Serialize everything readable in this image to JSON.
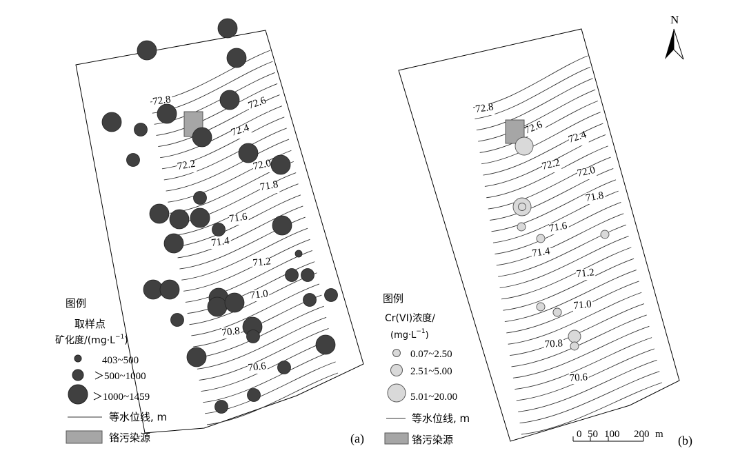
{
  "north_label": "N",
  "scale_bar": {
    "ticks": [
      "0",
      "50",
      "100",
      "200"
    ],
    "unit": "m"
  },
  "panels": [
    {
      "id": "a",
      "label": "(a)",
      "contour_labels": [
        "72.8",
        "72.6",
        "72.4",
        "72.2",
        "72.0",
        "71.8",
        "71.6",
        "71.4",
        "71.2",
        "71.0",
        "70.8",
        "70.6"
      ],
      "legend": {
        "title": "图例",
        "subtitle_1": "取样点",
        "subtitle_2": "矿化度/(mg·L",
        "subtitle_2_sup": "−1",
        "subtitle_2_end": ")",
        "classes": [
          "403~500",
          "＞500~1000",
          "＞1000~1459"
        ],
        "line_label": "等水位线, m",
        "source_label": "铬污染源"
      },
      "samples": [
        {
          "value_class": 3
        },
        {
          "value_class": 3
        },
        {
          "value_class": 3
        },
        {
          "value_class": 3
        },
        {
          "value_class": 3
        },
        {
          "value_class": 3
        },
        {
          "value_class": 2
        },
        {
          "value_class": 3
        },
        {
          "value_class": 2
        },
        {
          "value_class": 3
        },
        {
          "value_class": 3
        },
        {
          "value_class": 2
        },
        {
          "value_class": 3
        },
        {
          "value_class": 3
        },
        {
          "value_class": 3
        },
        {
          "value_class": 3
        },
        {
          "value_class": 2
        },
        {
          "value_class": 3
        },
        {
          "value_class": 1
        },
        {
          "value_class": 2
        },
        {
          "value_class": 2
        },
        {
          "value_class": 3
        },
        {
          "value_class": 3
        },
        {
          "value_class": 3
        },
        {
          "value_class": 3
        },
        {
          "value_class": 3
        },
        {
          "value_class": 2
        },
        {
          "value_class": 2
        },
        {
          "value_class": 2
        },
        {
          "value_class": 3
        },
        {
          "value_class": 2
        },
        {
          "value_class": 3
        },
        {
          "value_class": 2
        },
        {
          "value_class": 3
        },
        {
          "value_class": 2
        },
        {
          "value_class": 2
        }
      ]
    },
    {
      "id": "b",
      "label": "(b)",
      "contour_labels": [
        "72.8",
        "72.6",
        "72.4",
        "72.2",
        "72.0",
        "71.8",
        "71.6",
        "71.4",
        "71.2",
        "71.0",
        "70.8",
        "70.6"
      ],
      "legend": {
        "title": "图例",
        "subtitle_1": "Cr(VI)浓度/",
        "subtitle_2": "(mg·L",
        "subtitle_2_sup": "−1",
        "subtitle_2_end": ")",
        "classes": [
          "0.07~2.50",
          "2.51~5.00",
          "5.01~20.00"
        ],
        "line_label": "等水位线, m",
        "source_label": "铬污染源"
      },
      "samples": [
        {
          "value_class": 3
        },
        {
          "value_class": 3
        },
        {
          "value_class": 1
        },
        {
          "value_class": 1
        },
        {
          "value_class": 1
        },
        {
          "value_class": 1
        },
        {
          "value_class": 1
        },
        {
          "value_class": 2
        },
        {
          "value_class": 1
        },
        {
          "value_class": 1
        },
        {
          "value_class": 1
        }
      ]
    }
  ],
  "colors": {
    "boundary": "#000000",
    "contour": "#333333",
    "mineral_fill": "#404040",
    "cr_fill": "#d9d9d9",
    "cr_stroke": "#555555",
    "source_fill": "#a6a6a6"
  }
}
